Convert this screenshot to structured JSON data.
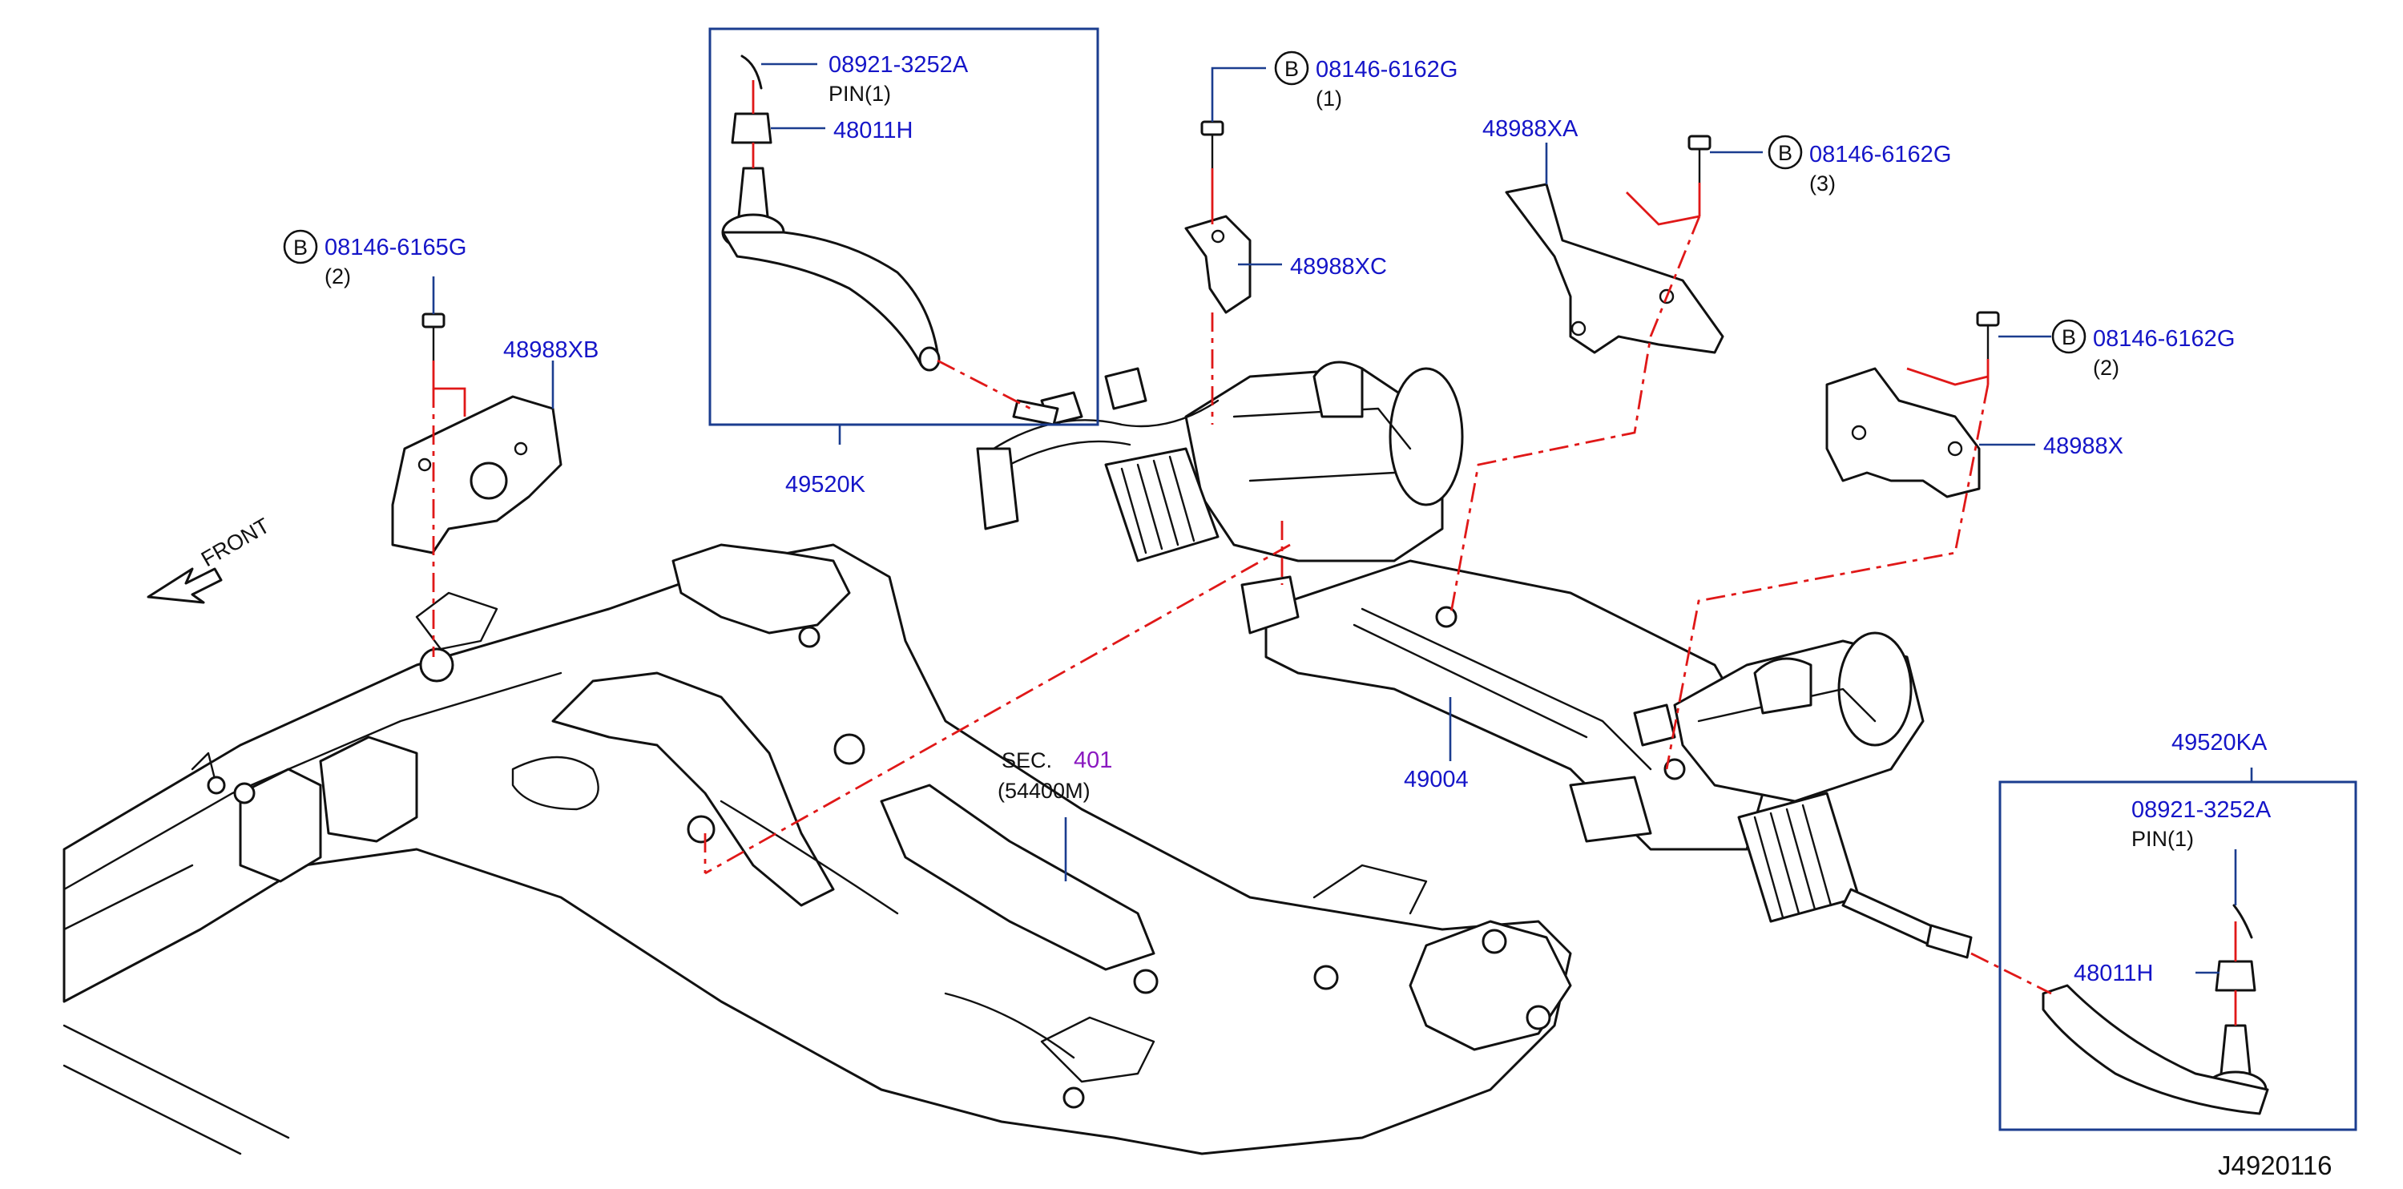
{
  "diagram_code": "J4920116",
  "direction_label": "FRONT",
  "bolt_marker": "B",
  "section_ref": {
    "prefix": "SEC.",
    "number": "401",
    "part": "(54400M)"
  },
  "callouts": {
    "tie_rod_left": "49520K",
    "pin_left": "08921-3252A",
    "pin_left_note": "PIN(1)",
    "nut_left": "48011H",
    "bolt_center": "08146-6162G",
    "bolt_center_qty": "(1)",
    "bracket_xc": "48988XC",
    "bracket_xa": "48988XA",
    "bolt_xa": "08146-6162G",
    "bolt_xa_qty": "(3)",
    "bolt_xb": "08146-6165G",
    "bolt_xb_qty": "(2)",
    "bracket_xb": "48988XB",
    "bolt_x": "08146-6162G",
    "bolt_x_qty": "(2)",
    "bracket_x": "48988X",
    "gear_assy": "49004",
    "tie_rod_right": "49520KA",
    "pin_right": "08921-3252A",
    "pin_right_note": "PIN(1)",
    "nut_right": "48011H"
  },
  "colors": {
    "part_number": "#1515c8",
    "leader": "#1b3d8f",
    "dash_line": "#e01818",
    "section_number": "#8a18c0",
    "outline": "#111111"
  }
}
